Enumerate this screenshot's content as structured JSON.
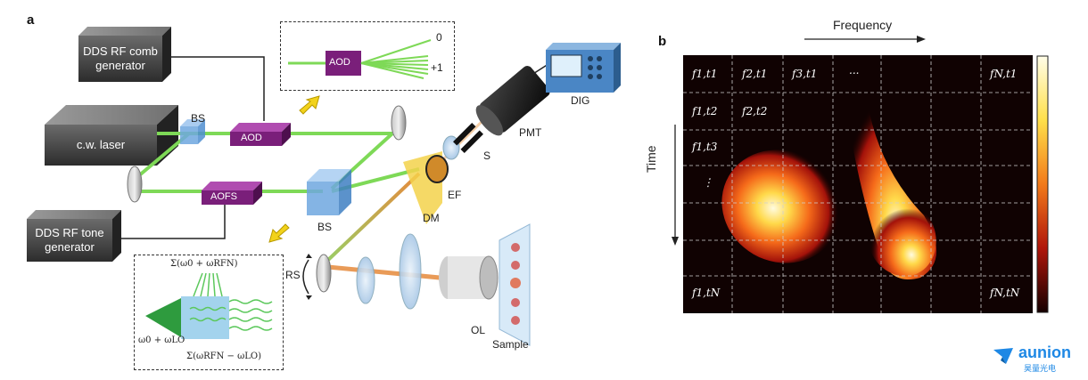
{
  "panel_a": {
    "letter": "a",
    "dds_comb": "DDS RF comb generator",
    "dds_tone": "DDS RF tone generator",
    "cw_laser": "c.w. laser",
    "aod": "AOD",
    "aofs": "AOFS",
    "bs": "BS",
    "dig": "DIG",
    "pmt": "PMT",
    "s": "S",
    "ef": "EF",
    "dm": "DM",
    "rs": "RS",
    "ol": "OL",
    "sample": "Sample",
    "inset_top": {
      "aod": "AOD",
      "order0": "0",
      "order1": "+1"
    },
    "inset_bottom": {
      "sum_top": "Σ(ω0 + ωRFN)",
      "left": "ω0 + ωLO",
      "sum_bottom": "Σ(ωRFN − ωLO)"
    }
  },
  "panel_b": {
    "letter": "b",
    "frequency_label": "Frequency",
    "time_label": "Time",
    "cells": {
      "r1c1": "f1,t1",
      "r1c2": "f2,t1",
      "r1c3": "f3,t1",
      "r1c4": "...",
      "r1cN": "fN,t1",
      "r2c1": "f1,t2",
      "r2c2": "f2,t2",
      "r3c1": "f1,t3",
      "r4c1": "⋮",
      "rNc1": "f1,tN",
      "rNcN": "fN,tN"
    }
  },
  "logo": {
    "name": "aunion",
    "sub": "昊量光电"
  },
  "colors": {
    "beam": "#7ed957",
    "aod_purple": "#7a1f7a",
    "bs_blue": "#6fa8e0",
    "logo_blue": "#1e88e5"
  }
}
